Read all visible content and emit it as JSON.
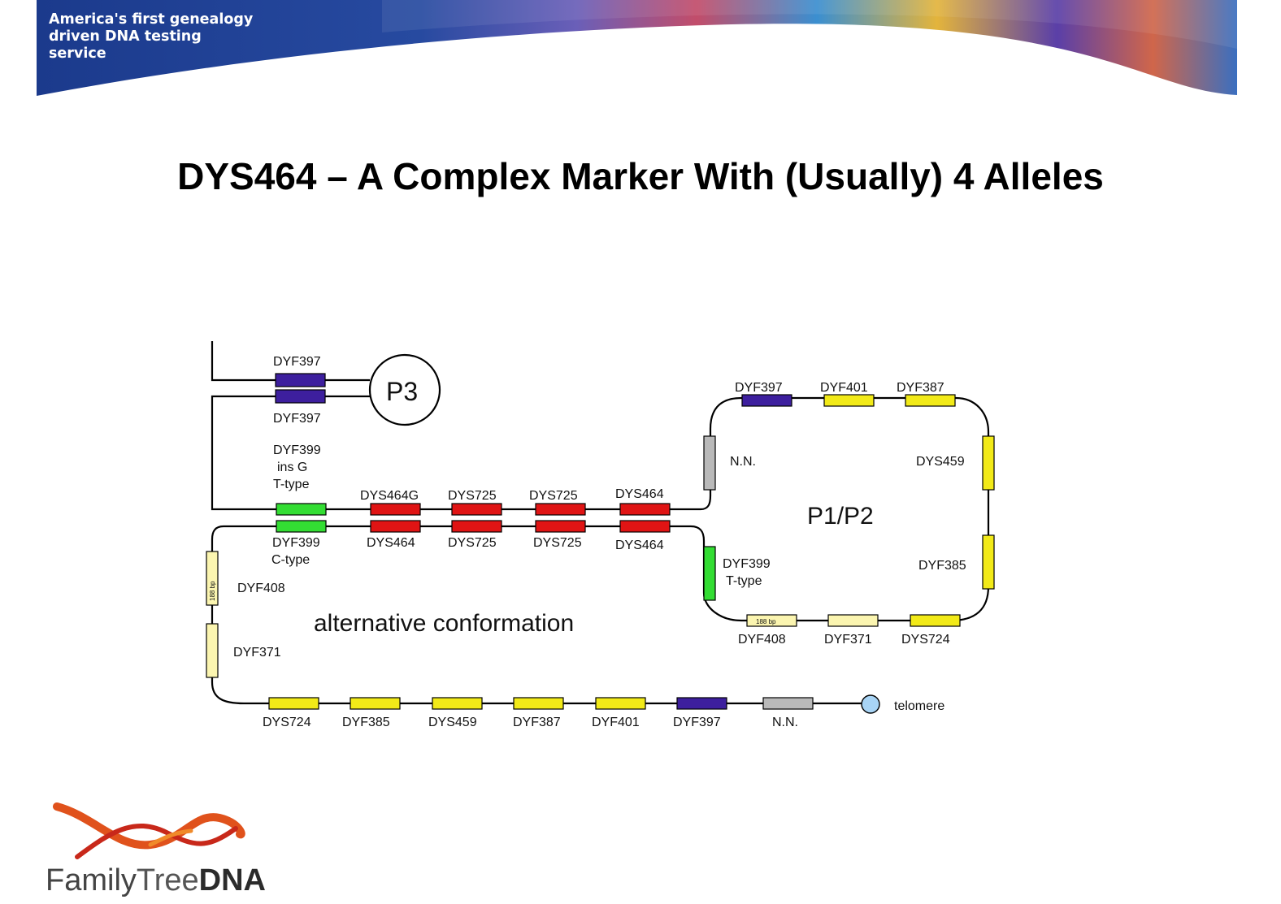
{
  "banner": {
    "tagline": "America's first genealogy\ndriven DNA testing\nservice"
  },
  "slide": {
    "title": "DYS464 – A Complex Marker With (Usually) 4 Alleles"
  },
  "diagram": {
    "labels": {
      "p3": "P3",
      "p1p2": "P1/P2",
      "alt": "alternative conformation",
      "telomere": "telomere",
      "dyf397_a": "DYF397",
      "dyf397_b": "DYF397",
      "dyf399_ins_1": "DYF399",
      "dyf399_ins_2": "ins G",
      "dyf399_ins_3": "T-type",
      "dys464g": "DYS464G",
      "dys725_top1": "DYS725",
      "dys725_top2": "DYS725",
      "dys464_top": "DYS464",
      "dyf399_c1": "DYF399",
      "dyf399_c2": "C-type",
      "dys464_bot1": "DYS464",
      "dys725_bot1": "DYS725",
      "dys725_bot2": "DYS725",
      "dys464_bot2": "DYS464",
      "loop_dyf397": "DYF397",
      "loop_dyf401": "DYF401",
      "loop_dyf387": "DYF387",
      "loop_nn": "N.N.",
      "loop_dys459": "DYS459",
      "loop_dyf385": "DYF385",
      "loop_dyf399_1": "DYF399",
      "loop_dyf399_2": "T-type",
      "loop_dyf408": "DYF408",
      "loop_dyf371": "DYF371",
      "loop_dys724": "DYS724",
      "left_dyf408": "DYF408",
      "left_dyf371": "DYF371",
      "b_dys724": "DYS724",
      "b_dyf385": "DYF385",
      "b_dys459": "DYS459",
      "b_dyf387": "DYF387",
      "b_dyf401": "DYF401",
      "b_dyf397": "DYF397",
      "b_nn": "N.N.",
      "bp_small_1": "188 bp",
      "bp_small_2": "188 bp"
    },
    "colors": {
      "dyf397": "#3d1f9e",
      "dys464_dys725": "#e01414",
      "dyf399": "#33dd33",
      "yellow": "#f2ea18",
      "pale": "#fbf5b0",
      "grey": "#b9b9b9",
      "telomere": "#a8d4f5"
    }
  },
  "logo": {
    "word_family": "Family",
    "word_tree": "Tree",
    "word_dna": "DNA"
  }
}
